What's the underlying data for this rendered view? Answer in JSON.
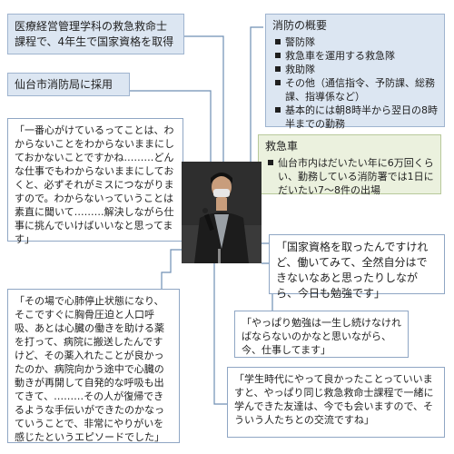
{
  "boxes": {
    "qualification": "医療経営管理学科の救急救命士課程で、4年生で国家資格を取得",
    "hired": "仙台市消防局に採用",
    "quote1": "「一番心がけているってことは、わからないことをわからないままにしておかないことですかね………どんな仕事でもわからないままにしておくと、必ずそれがミスにつながりますので。わからないっていうことは素直に聞いて………解決しながら仕事に挑んでいけばいいなと思ってます」",
    "quote2": "「その場で心肺停止状態になり、そこですぐに胸骨圧迫と人口呼吸、あとは心臓の働きを助ける薬を打って、病院に搬送したんですけど、その薬入れたことが良かったのか、病院向かう途中で心臓の動きが再開して自発的な呼吸も出てきて、………その人が復帰できるような手伝いができたのかなっていうことで、非常にやりがいを感じたというエピソードでした」",
    "overview": {
      "title": "消防の概要",
      "items": [
        "警防隊",
        "救急車を運用する救急隊",
        "救助隊",
        "その他（通信指令、予防課、総務課、指導係など）",
        "基本的には朝8時半から翌日の8時半までの勤務"
      ]
    },
    "ambulance": {
      "title": "救急車",
      "items": [
        "仙台市内はだいたい年に6万回くらい、勤務している消防署では1日にだいたい7～8件の出場"
      ]
    },
    "quote3": "「国家資格を取ったんですけれど、働いてみて、全然自分はできないなあと思ったりしながら、今日も勉強です」",
    "quote4": "「やっぱり勉強は一生し続けなければならないのかなと思いながら、今、仕事してます」",
    "quote5": "「学生時代にやって良かったことっていいますと、やっぱり同じ救急救命士課程で一緒に学んできた友達は、今でも会いますので、そういう人たちとの交流ですね」"
  },
  "colors": {
    "line": "#6f8fb3",
    "blue_box": "#dce6f2",
    "green_box": "#ebf1de"
  }
}
